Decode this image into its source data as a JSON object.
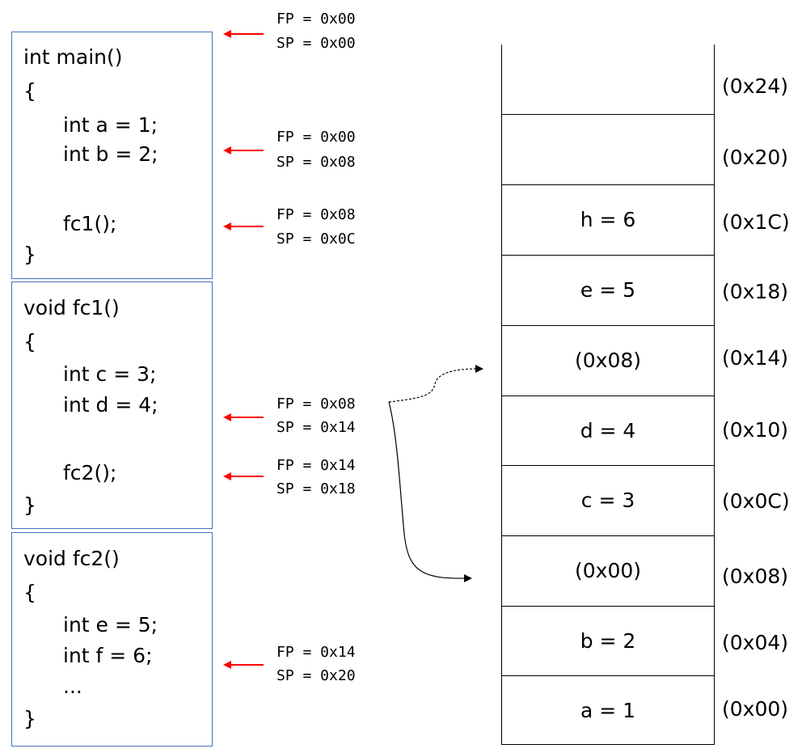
{
  "code": {
    "main": {
      "lines": [
        "int main()",
        "{",
        "int a = 1;",
        "int b = 2;",
        "fc1();",
        "}"
      ]
    },
    "fc1": {
      "lines": [
        "void fc1()",
        "{",
        "int c = 3;",
        "int d = 4;",
        "fc2();",
        "}"
      ]
    },
    "fc2": {
      "lines": [
        "void fc2()",
        "{",
        "int e = 5;",
        "int f = 6;",
        "...",
        "}"
      ]
    }
  },
  "registers": [
    {
      "fp": "FP = 0x00",
      "sp": "SP = 0x00"
    },
    {
      "fp": "FP = 0x00",
      "sp": "SP = 0x08"
    },
    {
      "fp": "FP = 0x08",
      "sp": "SP = 0x0C"
    },
    {
      "fp": "FP = 0x08",
      "sp": "SP = 0x14"
    },
    {
      "fp": "FP = 0x14",
      "sp": "SP = 0x18"
    },
    {
      "fp": "FP = 0x14",
      "sp": "SP = 0x20"
    }
  ],
  "stack": {
    "cells": [
      {
        "value": "",
        "address": "(0x24)"
      },
      {
        "value": "",
        "address": "(0x20)"
      },
      {
        "value": "h = 6",
        "address": "(0x1C)"
      },
      {
        "value": "e = 5",
        "address": "(0x18)"
      },
      {
        "value": "(0x08)",
        "address": "(0x14)"
      },
      {
        "value": "d = 4",
        "address": "(0x10)"
      },
      {
        "value": "c = 3",
        "address": "(0x0C)"
      },
      {
        "value": "(0x00)",
        "address": "(0x08)"
      },
      {
        "value": "b = 2",
        "address": "(0x04)"
      },
      {
        "value": "a = 1",
        "address": "(0x00)"
      }
    ]
  },
  "colors": {
    "code_border": "#4472c4",
    "pointer_arrow": "#ff0000",
    "line": "#000000"
  }
}
